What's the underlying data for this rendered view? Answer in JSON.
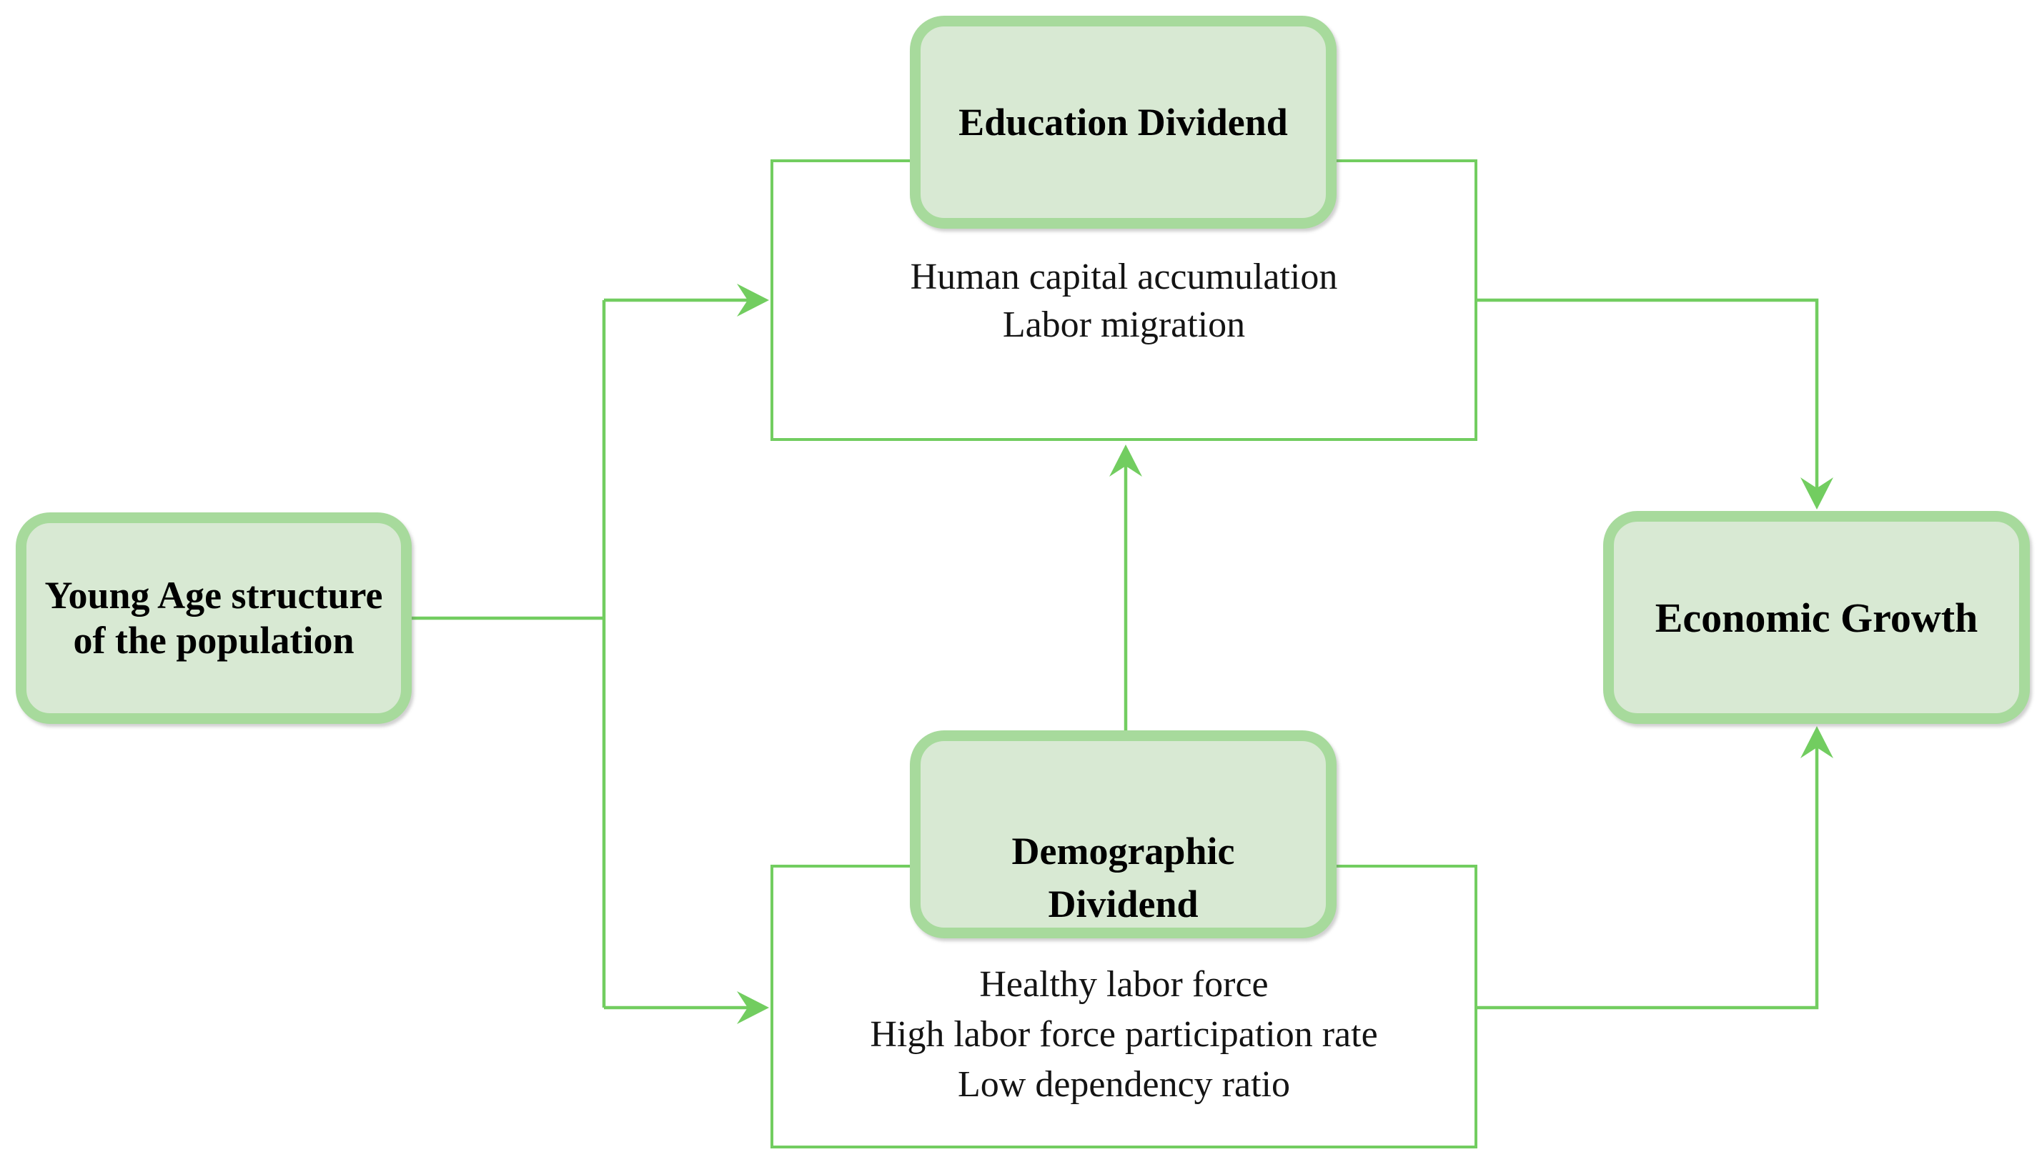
{
  "title": "Demographic dividend and economic growth diagram",
  "colors": {
    "connector": "#72cd60",
    "node_border": "#a7da9c",
    "node_fill": "#d8e9d3",
    "container_bg": "#ffffff",
    "text": "#000000"
  },
  "nodes": {
    "young_age": {
      "label": "Young Age structure\nof the population"
    },
    "education_dividend": {
      "label": "Education Dividend"
    },
    "demographic_dividend": {
      "label": "Demographic\nDividend"
    },
    "economic_growth": {
      "label": "Economic Growth"
    }
  },
  "containers": {
    "education": {
      "lines": [
        "Human capital accumulation",
        "Labor migration"
      ]
    },
    "demographic": {
      "lines": [
        "Healthy labor force",
        "High labor force participation rate",
        "Low dependency ratio"
      ]
    }
  }
}
